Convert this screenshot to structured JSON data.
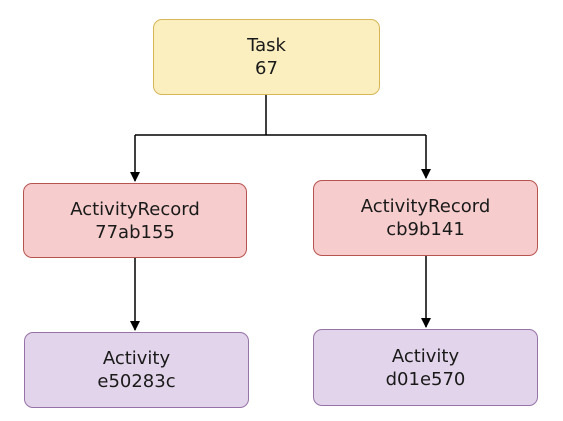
{
  "nodes": {
    "task": {
      "title": "Task",
      "id": "67"
    },
    "record_left": {
      "title": "ActivityRecord",
      "id": "77ab155"
    },
    "record_right": {
      "title": "ActivityRecord",
      "id": "cb9b141"
    },
    "activity_left": {
      "title": "Activity",
      "id": "e50283c"
    },
    "activity_right": {
      "title": "Activity",
      "id": "d01e570"
    }
  },
  "colors": {
    "task_fill": "#fbefc0",
    "task_stroke": "#d6b656",
    "record_fill": "#f6cccc",
    "record_stroke": "#b85450",
    "activity_fill": "#e2d4ea",
    "activity_stroke": "#9673a6",
    "edge": "#000000"
  }
}
